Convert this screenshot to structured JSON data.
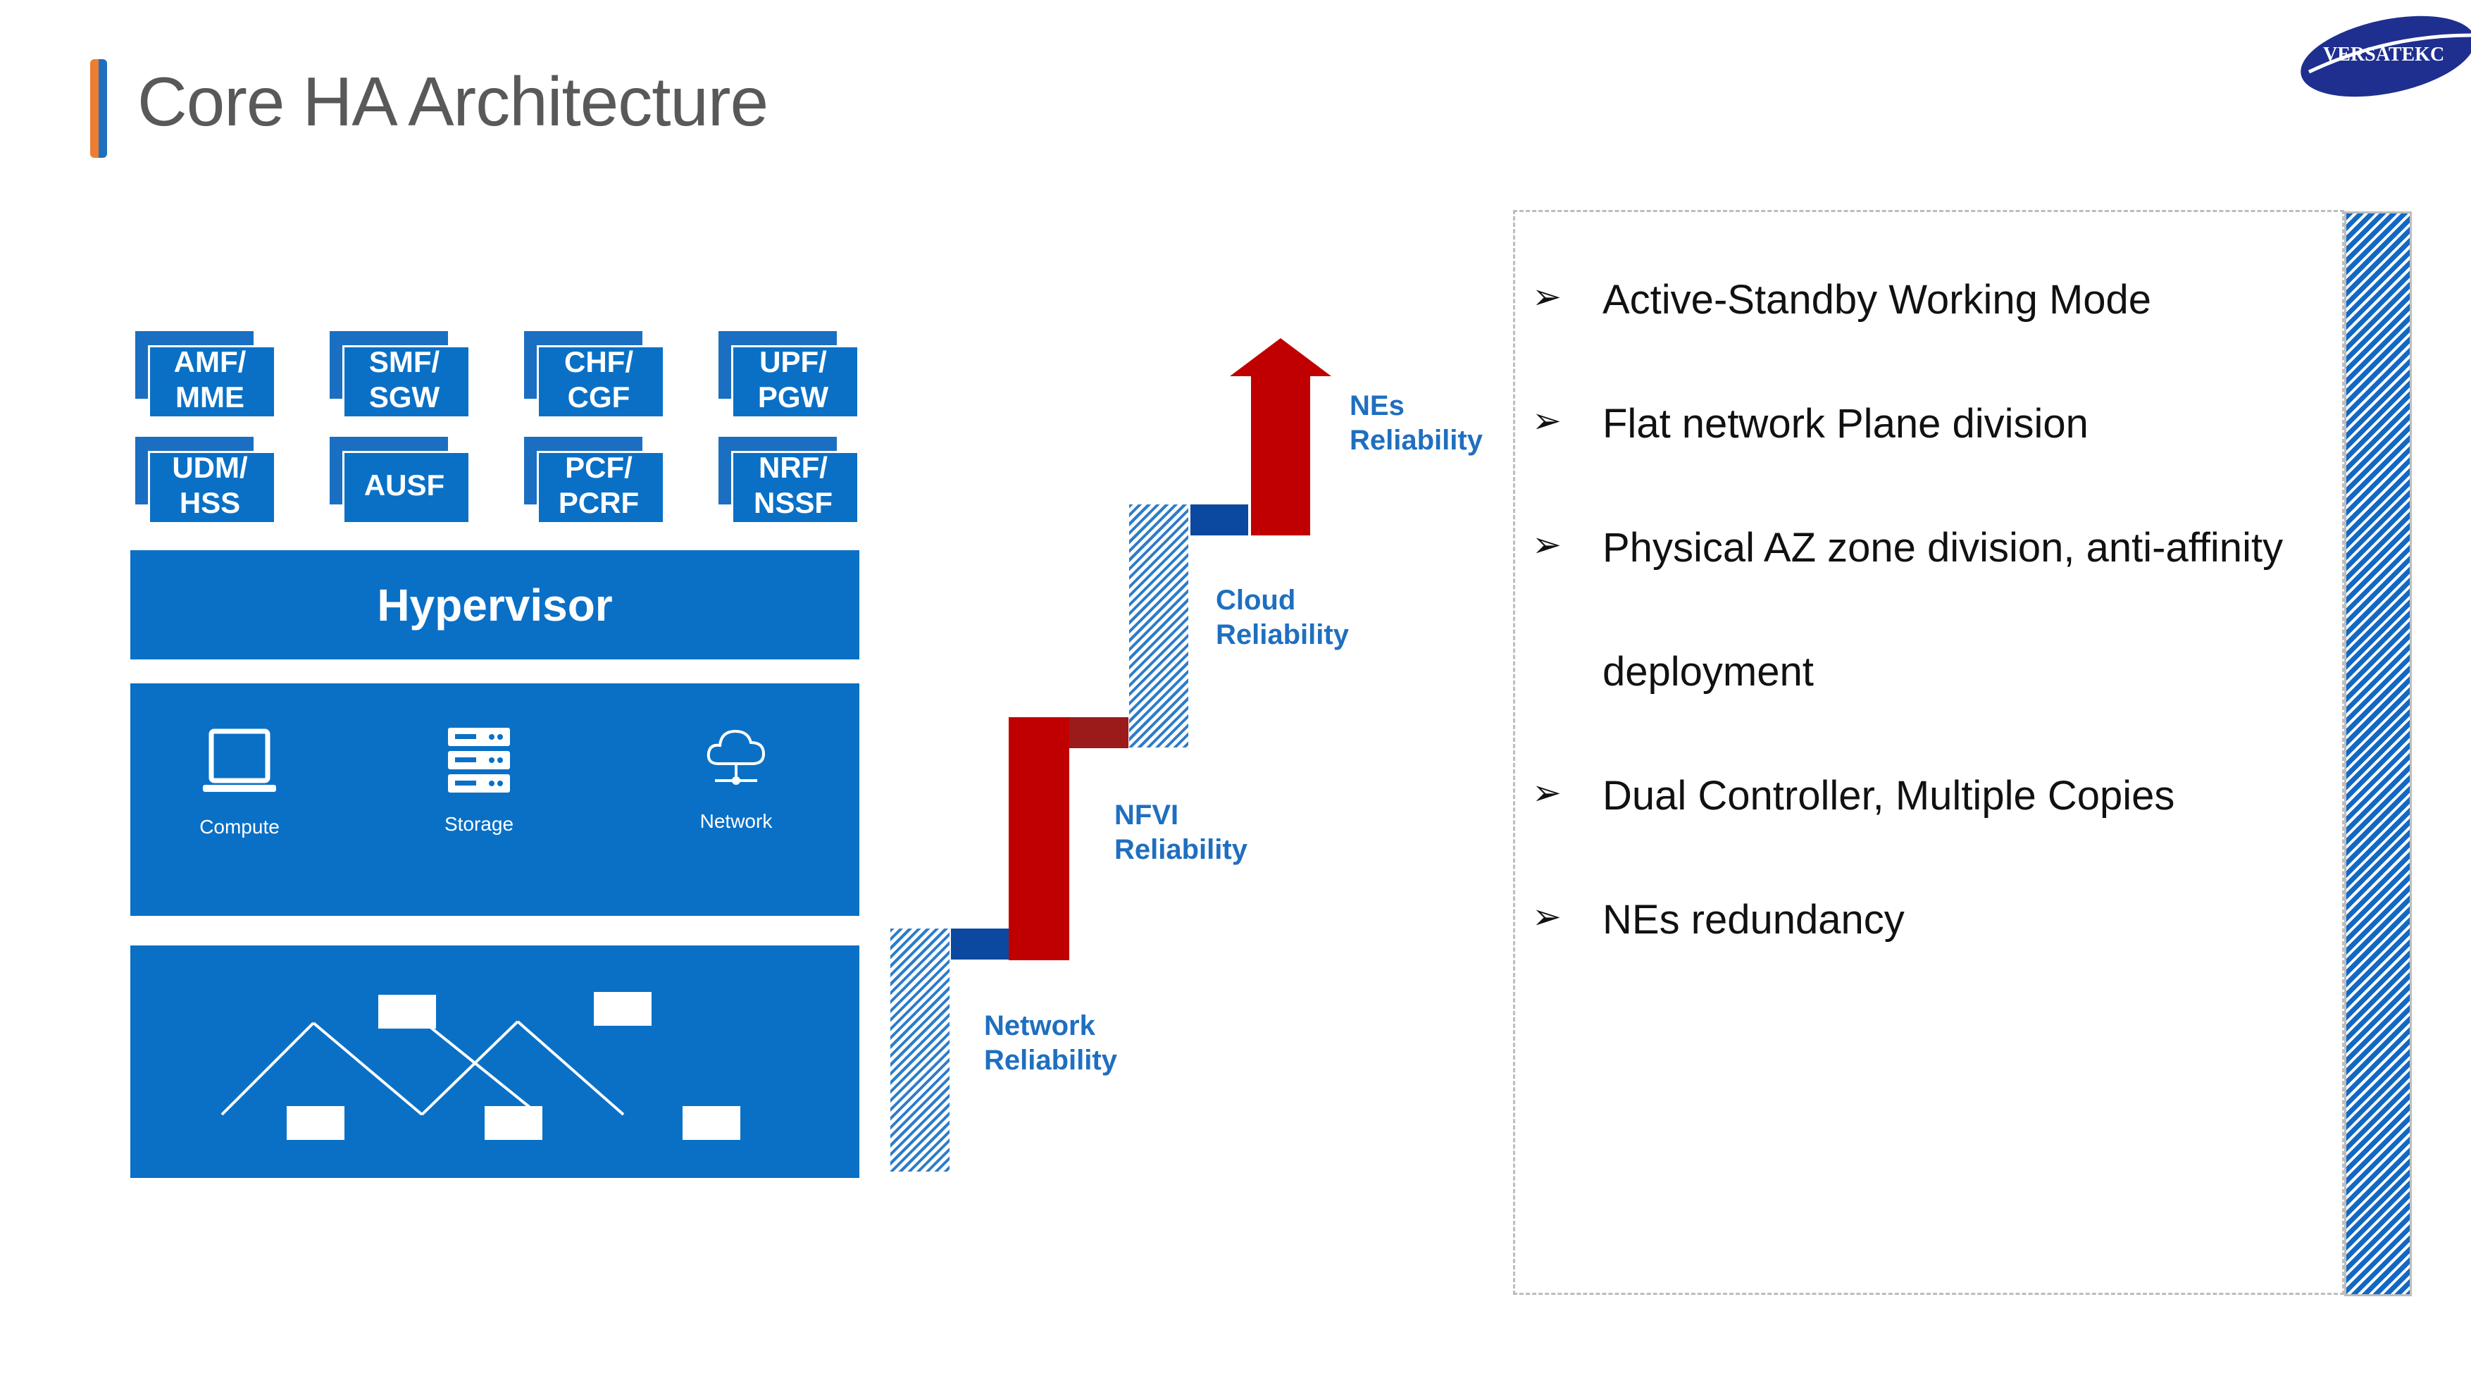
{
  "title": "Core HA Architecture",
  "logo": {
    "text": "VERSATEKC"
  },
  "network_elements": [
    {
      "label": "AMF/\nMME"
    },
    {
      "label": "SMF/\nSGW"
    },
    {
      "label": "CHF/\nCGF"
    },
    {
      "label": "UPF/\nPGW"
    },
    {
      "label": "UDM/\nHSS"
    },
    {
      "label": "AUSF"
    },
    {
      "label": "PCF/\nPCRF"
    },
    {
      "label": "NRF/\nNSSF"
    }
  ],
  "hypervisor": {
    "label": "Hypervisor"
  },
  "resources": [
    {
      "label": "Compute",
      "icon": "laptop-icon"
    },
    {
      "label": "Storage",
      "icon": "server-icon"
    },
    {
      "label": "Network",
      "icon": "cloud-network-icon"
    }
  ],
  "reliability_levels": [
    {
      "label": "Network\nReliability"
    },
    {
      "label": "NFVI\nReliability"
    },
    {
      "label": "Cloud\nReliability"
    },
    {
      "label": "NEs\nReliability"
    }
  ],
  "bullets": [
    "Active-Standby Working Mode",
    "Flat network Plane division",
    "Physical AZ zone division, anti-affinity",
    "deployment",
    "Dual Controller, Multiple Copies",
    "NEs redundancy"
  ],
  "colors": {
    "primary_blue": "#0a70c6",
    "accent_red": "#c00000",
    "dark_red": "#9b1b1b",
    "dark_blue": "#0b48a0",
    "title_gray": "#595959",
    "accent_orange": "#ed7d31"
  }
}
